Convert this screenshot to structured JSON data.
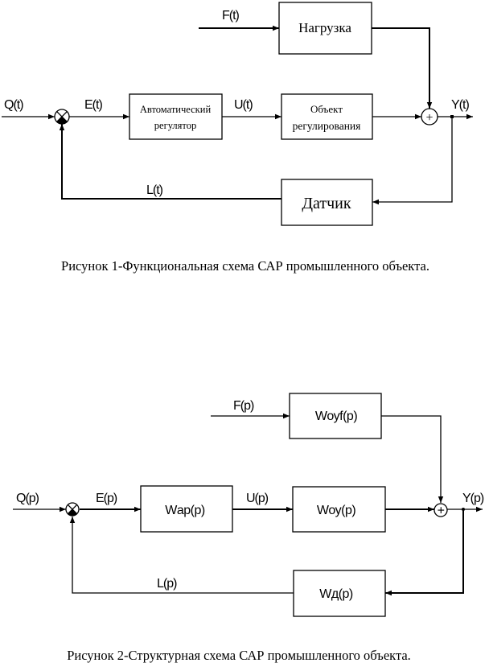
{
  "figure1": {
    "signals": {
      "q": "Q(t)",
      "e": "E(t)",
      "u": "U(t)",
      "f": "F(t)",
      "y": "Y(t)",
      "l": "L(t)"
    },
    "blocks": {
      "load": "Нагрузка",
      "regulator_line1": "Автоматический",
      "regulator_line2": "регулятор",
      "object_line1": "Объект",
      "object_line2": "регулирования",
      "sensor": "Датчик"
    },
    "summator_symbol": "+",
    "caption": "Рисунок 1-Функциональная схема САР промышленного объекта."
  },
  "figure2": {
    "signals": {
      "q": "Q(p)",
      "e": "E(p)",
      "u": "U(p)",
      "f": "F(p)",
      "y": "Y(p)",
      "l": "L(p)"
    },
    "blocks": {
      "load": "Wоуf(p)",
      "regulator": "Wар(p)",
      "object": "Wоу(p)",
      "sensor": "Wд(p)"
    },
    "summator_symbol": "+",
    "caption": "Рисунок 2-Структурная схема САР промышленного объекта."
  }
}
